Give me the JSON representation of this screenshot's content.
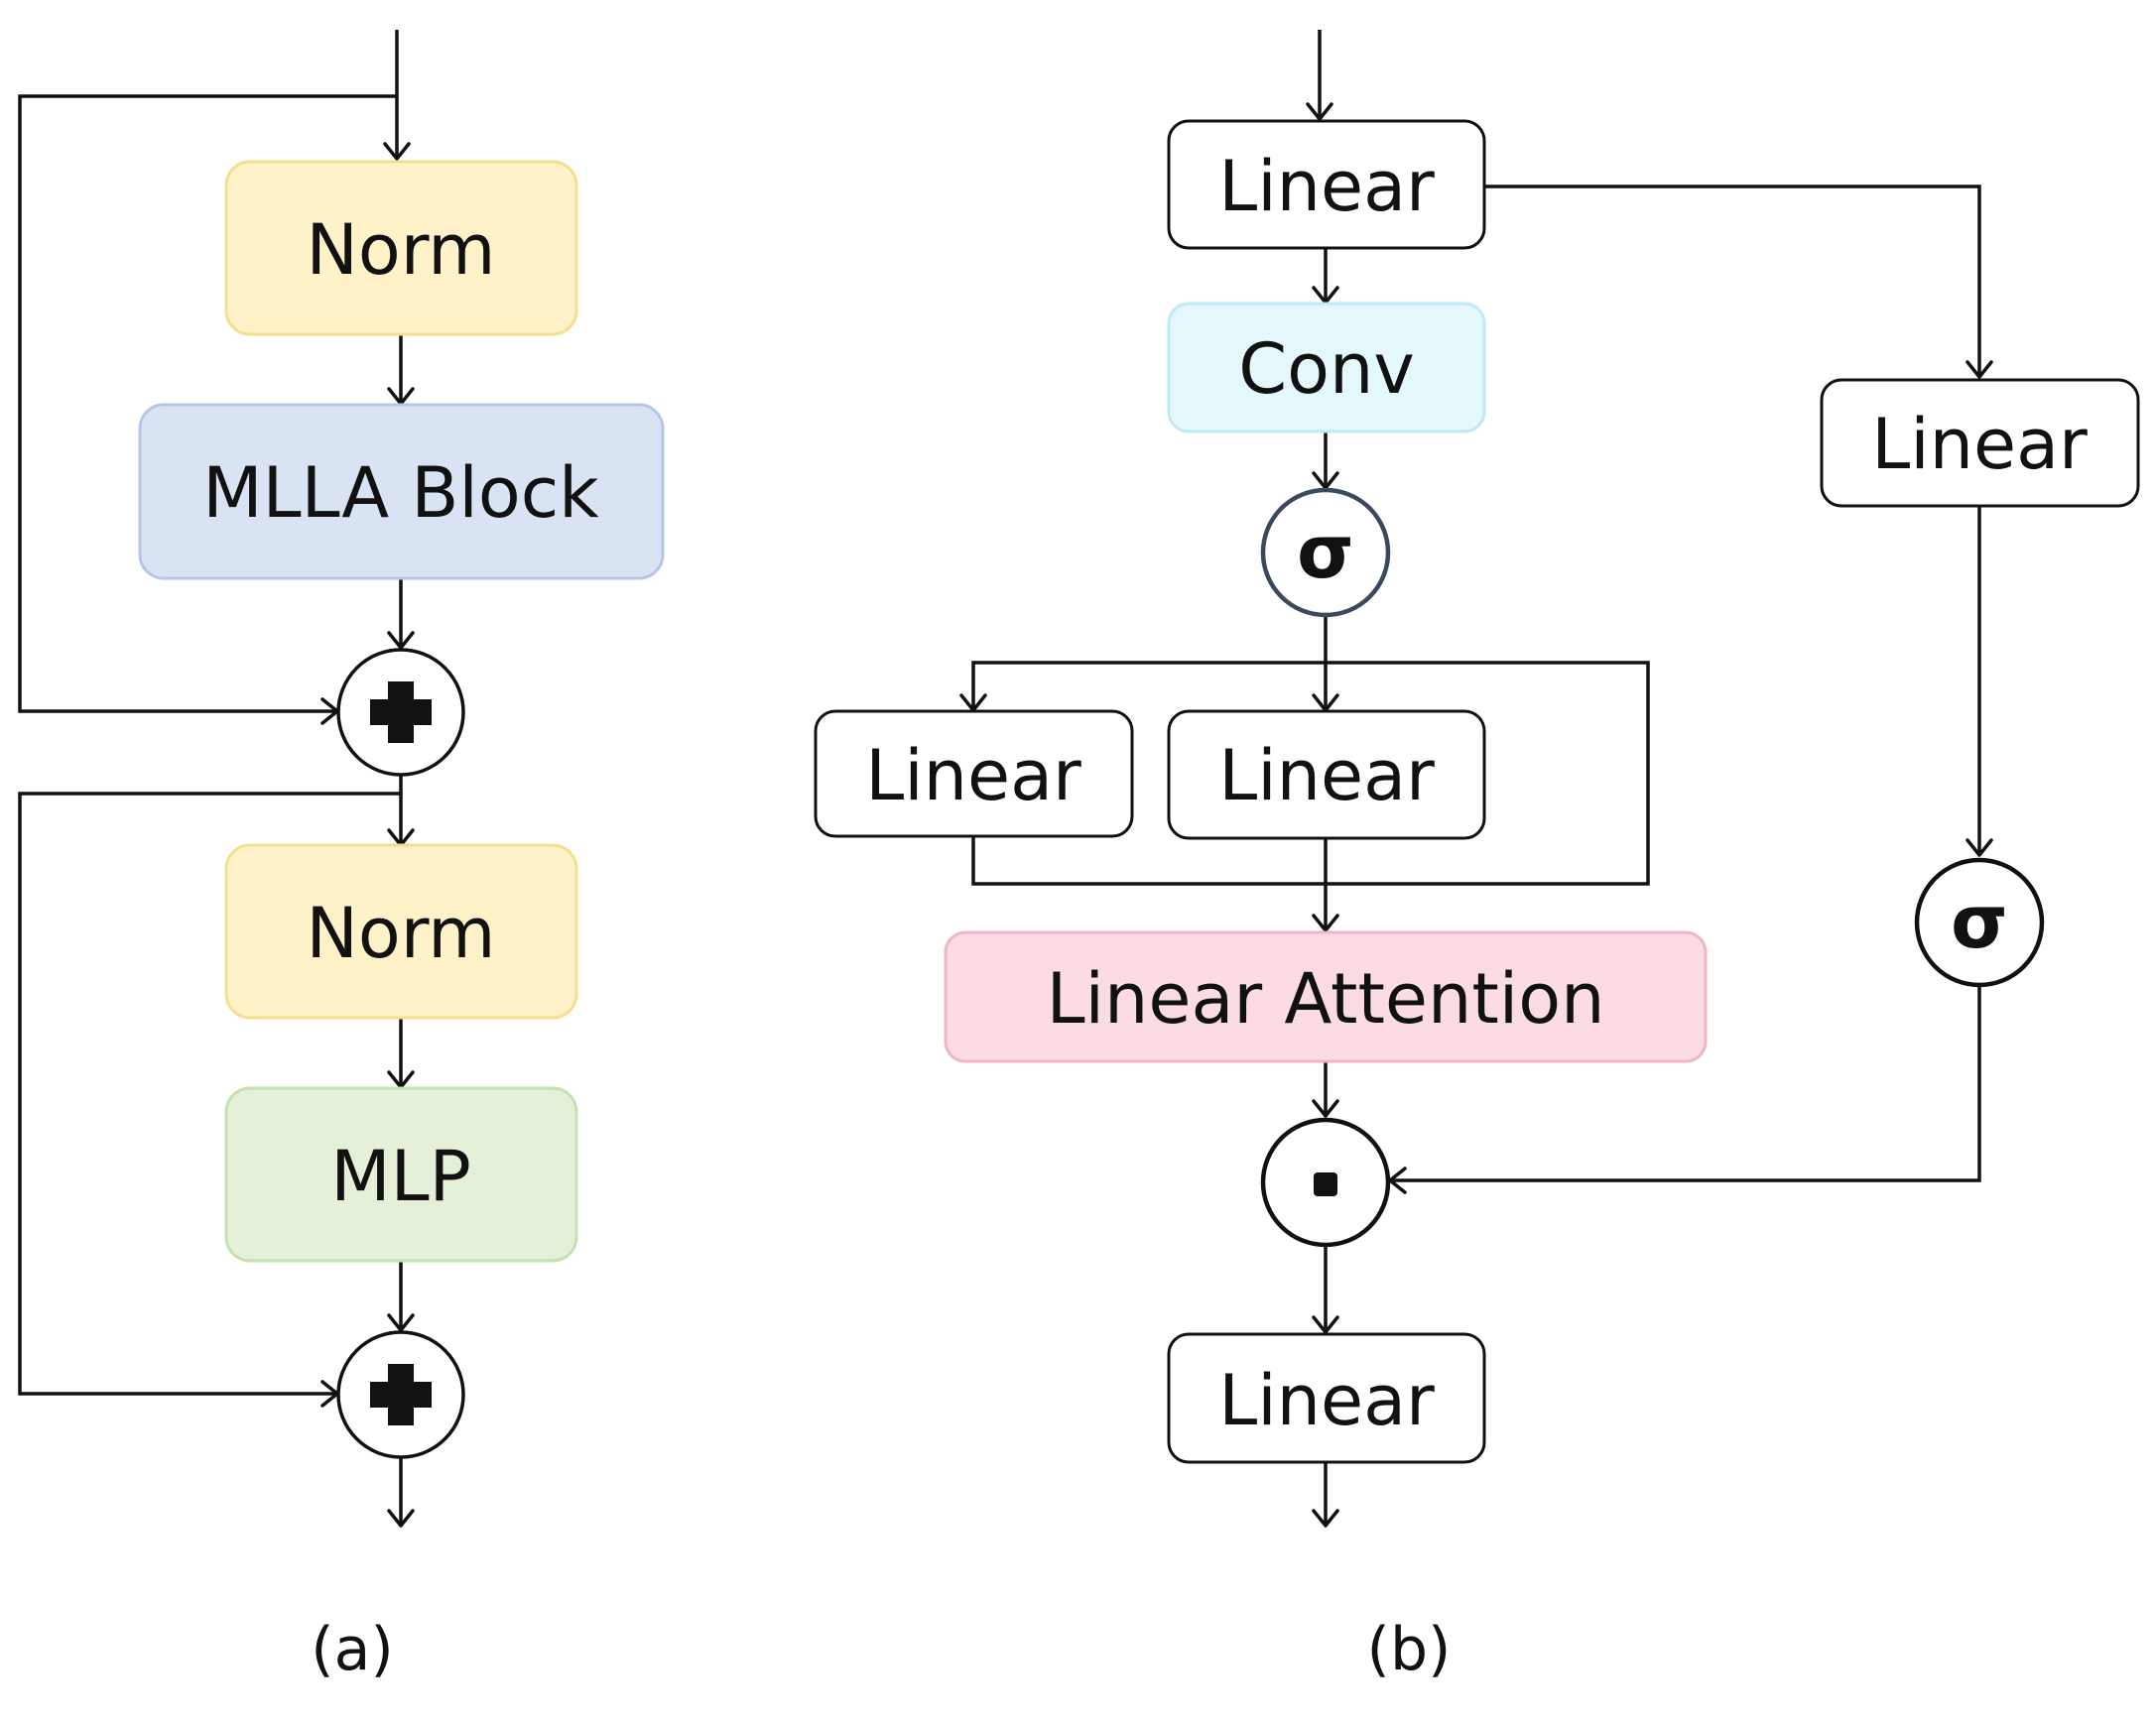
{
  "panel_a": {
    "norm_top": "Norm",
    "mlla_block": "MLLA Block",
    "norm_bottom": "Norm",
    "mlp": "MLP",
    "caption": "(a)"
  },
  "panel_b": {
    "linear_input": "Linear",
    "conv": "Conv",
    "sigma_main": "σ",
    "linear_left": "Linear",
    "linear_center": "Linear",
    "linear_attention": "Linear Attention",
    "linear_gate": "Linear",
    "sigma_gate": "σ",
    "linear_output": "Linear",
    "caption": "(b)"
  },
  "colors": {
    "norm_fill": "#fff2c9",
    "norm_stroke": "#f6de8e",
    "mlla_fill": "#dae3f4",
    "mlla_stroke": "#b5c6e8",
    "mlp_fill": "#e4f1d8",
    "mlp_stroke": "#c4e2b0",
    "conv_fill": "#e4f8fc",
    "conv_stroke": "#bfe9f5",
    "attention_fill": "#fadce2",
    "attention_stroke": "#f3b5c1"
  }
}
